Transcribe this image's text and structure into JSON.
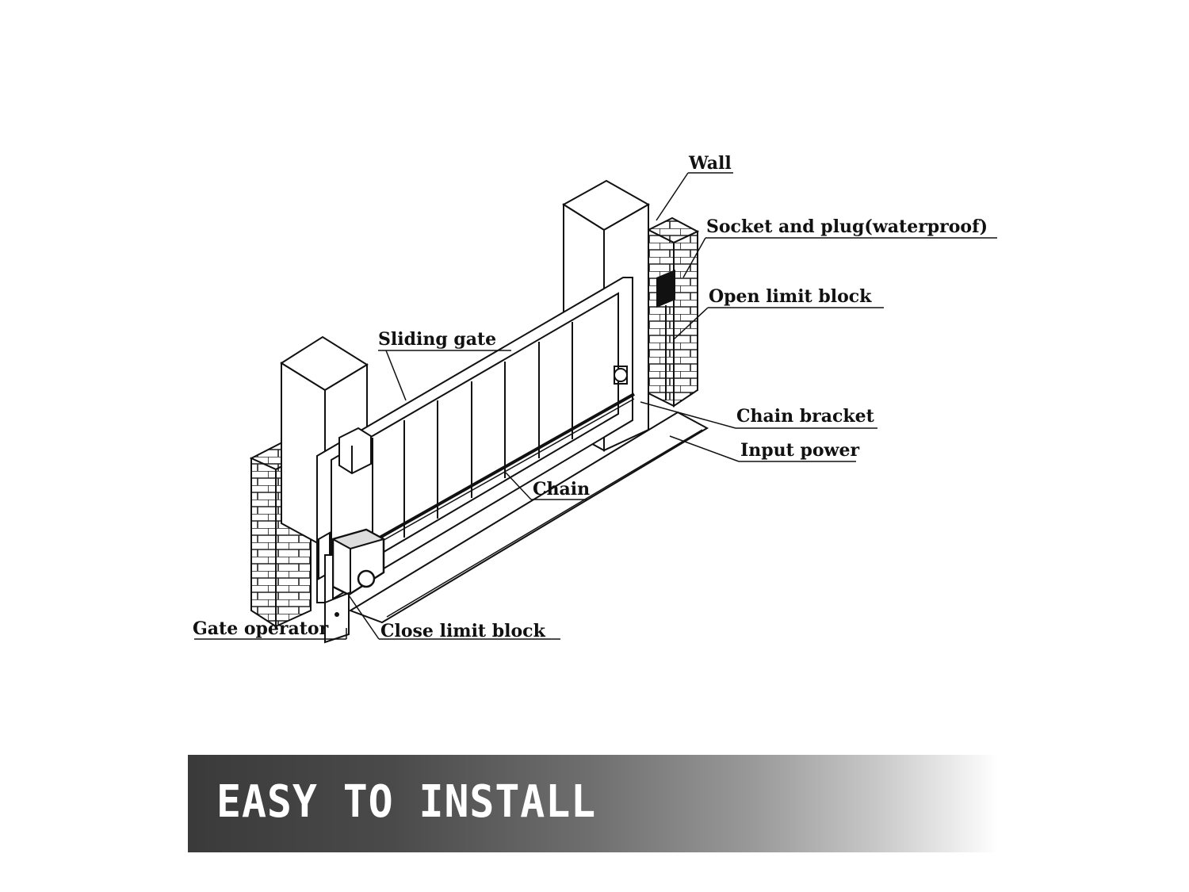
{
  "diagram": {
    "labels": {
      "wall": "Wall",
      "socket": "Socket and plug(waterproof)",
      "open_limit": "Open limit block",
      "sliding_gate": "Sliding gate",
      "chain_bracket": "Chain bracket",
      "input_power": "Input power",
      "chain": "Chain",
      "gate_operator": "Gate operator",
      "close_limit": "Close limit block"
    }
  },
  "banner": {
    "title": "EASY TO INSTALL"
  }
}
